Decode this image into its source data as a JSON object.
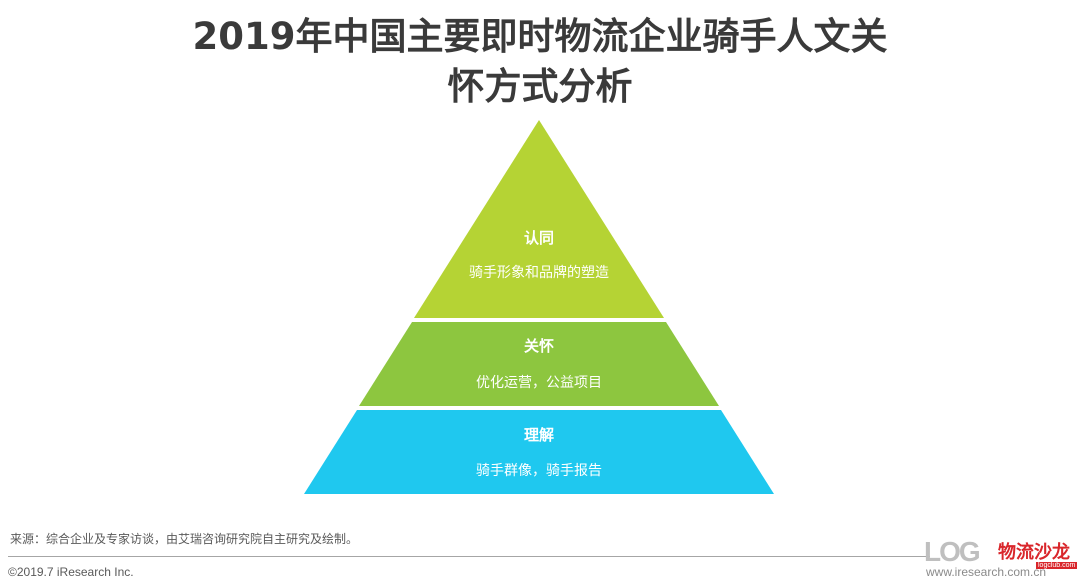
{
  "title": {
    "line1": "2019年中国主要即时物流企业骑手人文关",
    "line2": "怀方式分析"
  },
  "colors": {
    "top_tier": "#b5d334",
    "middle_tier": "#8dc63f",
    "bottom_tier": "#1fc8ef",
    "title_text": "#3a3a3a"
  },
  "pyramid": {
    "tiers": [
      {
        "heading": "认同",
        "description": "骑手形象和品牌的塑造"
      },
      {
        "heading": "关怀",
        "description": "优化运营，公益项目"
      },
      {
        "heading": "理解",
        "description": "骑手群像，骑手报告"
      }
    ]
  },
  "footer": {
    "source": "来源：综合企业及专家访谈，由艾瑞咨询研究院自主研究及绘制。",
    "copyright": "©2019.7 iResearch Inc.",
    "site": "www.iresearch.com.cn"
  },
  "watermark": {
    "logo": "LOG",
    "text": "物流沙龙",
    "sub": "logclub.com"
  }
}
